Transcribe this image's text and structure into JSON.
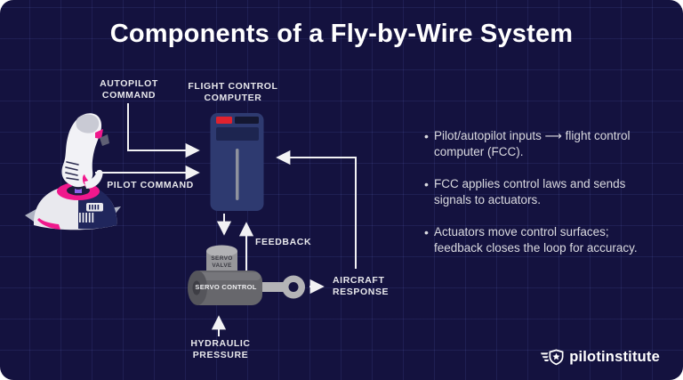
{
  "title": "Components of a Fly-by-Wire System",
  "colors": {
    "background": "#14123f",
    "grid_line": "rgba(130,150,255,0.10)",
    "accent_pink": "#f0188c",
    "fcc_blue": "#2e3a70",
    "indicator_red": "#e0222e",
    "servo_gray": "#67676c",
    "line_white": "#f2f2f4",
    "text_light": "#e8e8ec"
  },
  "diagram": {
    "labels": {
      "autopilot": "AUTOPILOT COMMAND",
      "fcc": "FLIGHT CONTROL COMPUTER",
      "pilot": "PILOT COMMAND",
      "feedback": "FEEDBACK",
      "aircraft_response": "AIRCRAFT RESPONSE",
      "hydraulic": "HYDRAULIC PRESSURE",
      "servo_valve": "SERVO VALVE",
      "servo_control": "SERVO CONTROL"
    }
  },
  "bullets": {
    "marker": "•",
    "items": [
      {
        "text": "Pilot/autopilot inputs ⟶ flight control computer (FCC)."
      },
      {
        "text": "FCC applies control laws and sends signals to actuators."
      },
      {
        "text": "Actuators move control surfaces; feedback closes the loop for accuracy."
      }
    ]
  },
  "logo": {
    "text": "pilotinstitute"
  }
}
